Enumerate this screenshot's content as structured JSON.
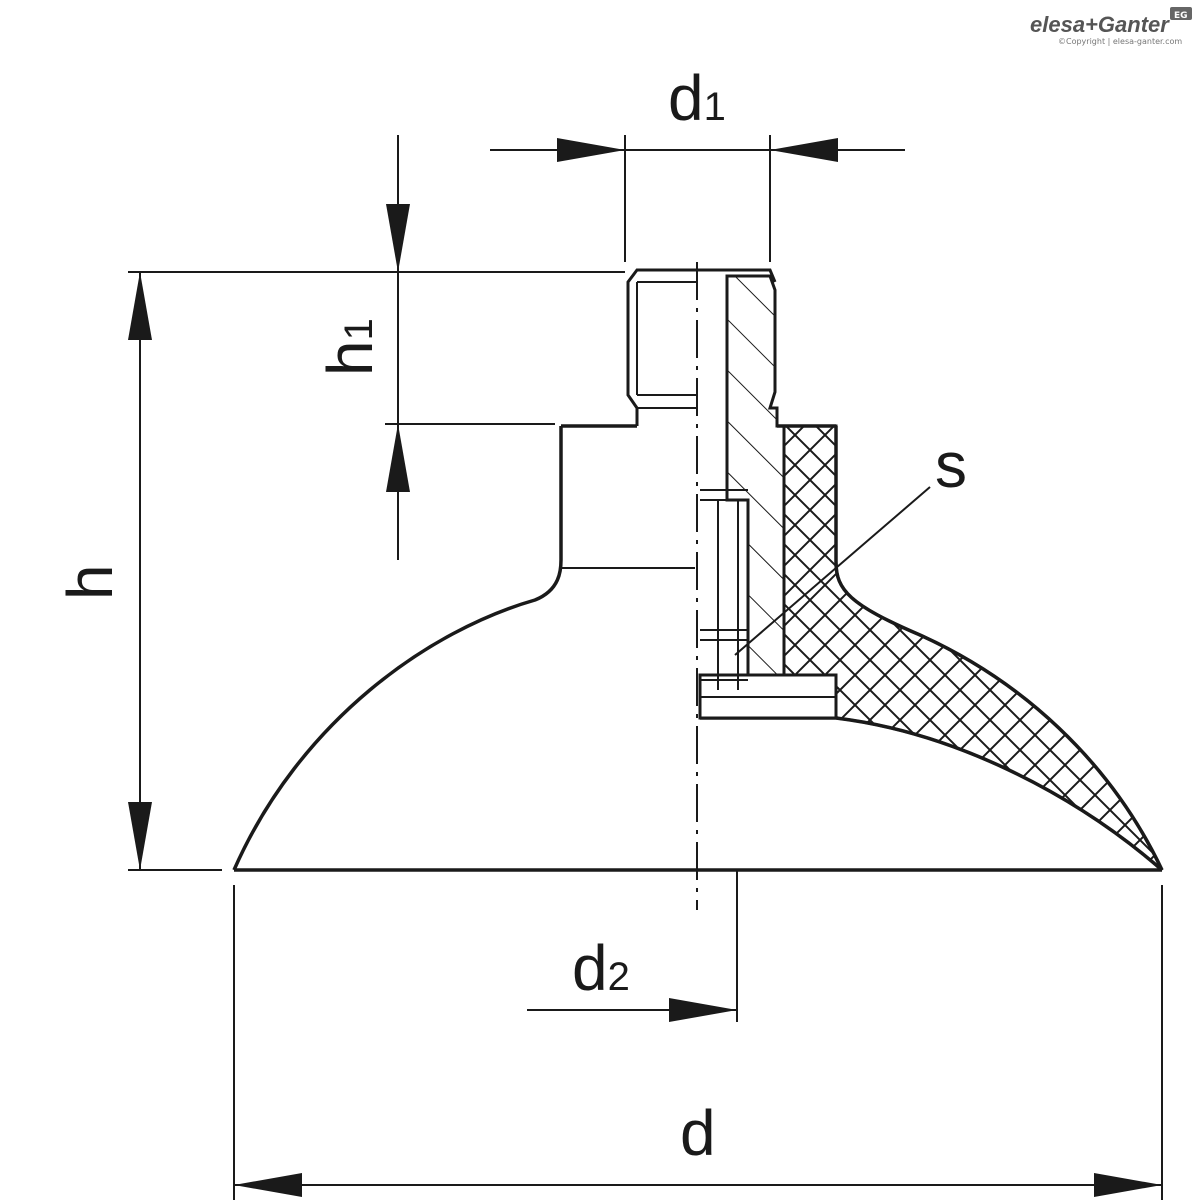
{
  "diagram": {
    "labels": {
      "d1_main": "d",
      "d1_sub": "1",
      "h1_main": "h",
      "h1_sub": "1",
      "h": "h",
      "s": "s",
      "d2_main": "d",
      "d2_sub": "2",
      "d": "d"
    }
  },
  "brand": {
    "logo": "elesa+Ganter",
    "badge": "EG",
    "copyright": "©Copyright | elesa-ganter.com"
  },
  "colors": {
    "line": "#1a1a1a",
    "background": "#ffffff",
    "logo": "#555555"
  }
}
